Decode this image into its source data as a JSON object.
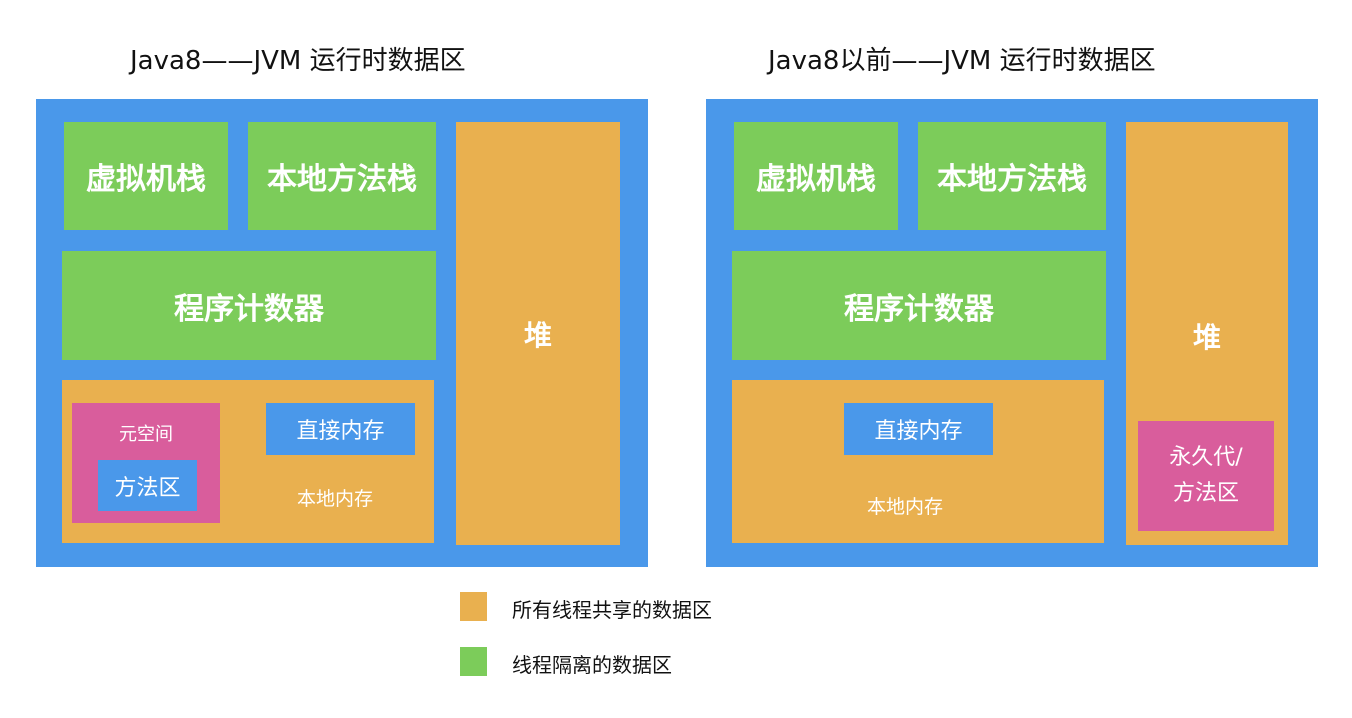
{
  "diagram_left": {
    "title": "Java8——JVM 运行时数据区",
    "vm_stack": "虚拟机栈",
    "native_method_stack": "本地方法栈",
    "program_counter": "程序计数器",
    "heap": "堆",
    "metaspace": "元空间",
    "method_area": "方法区",
    "direct_memory": "直接内存",
    "native_memory": "本地内存"
  },
  "diagram_right": {
    "title": "Java8以前——JVM 运行时数据区",
    "vm_stack": "虚拟机栈",
    "native_method_stack": "本地方法栈",
    "program_counter": "程序计数器",
    "heap": "堆",
    "direct_memory": "直接内存",
    "native_memory": "本地内存",
    "permgen_line1": "永久代/",
    "permgen_line2": "方法区"
  },
  "legend": {
    "shared": "所有线程共享的数据区",
    "isolated": "线程隔离的数据区"
  },
  "colors": {
    "frame_blue": "#4a98ea",
    "thread_isolated_green": "#7ccc5a",
    "thread_shared_orange": "#e9b04f",
    "pink": "#d95d9c"
  }
}
